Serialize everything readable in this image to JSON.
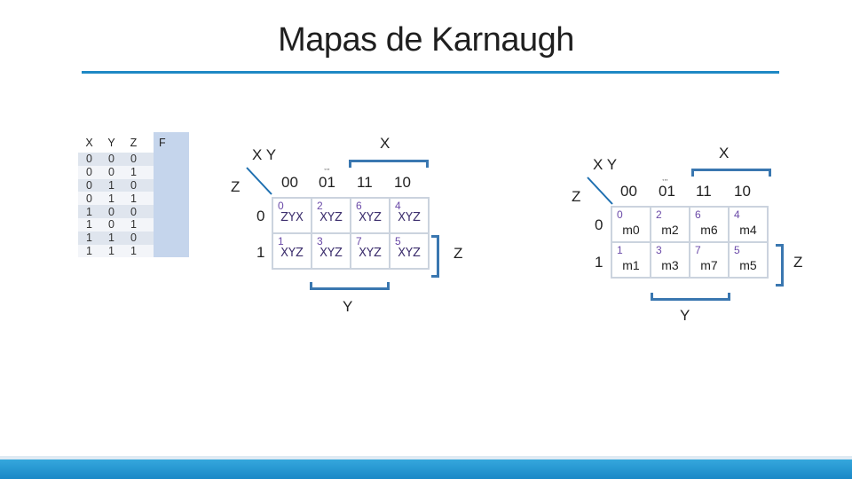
{
  "title": "Mapas de Karnaugh",
  "truth_table": {
    "headers": [
      "X",
      "Y",
      "Z",
      "F"
    ],
    "rows": [
      [
        "0",
        "0",
        "0",
        ""
      ],
      [
        "0",
        "0",
        "1",
        ""
      ],
      [
        "0",
        "1",
        "0",
        ""
      ],
      [
        "0",
        "1",
        "1",
        ""
      ],
      [
        "1",
        "0",
        "0",
        ""
      ],
      [
        "1",
        "0",
        "1",
        ""
      ],
      [
        "1",
        "1",
        "0",
        ""
      ],
      [
        "1",
        "1",
        "1",
        ""
      ]
    ]
  },
  "kmap_left": {
    "xy_label": "X Y",
    "z_label": "Z",
    "x_bracket_label": "X",
    "y_bracket_label": "Y",
    "z_bracket_label": "Z",
    "tick_mark": ",,,",
    "col_headers": [
      "00",
      "01",
      "11",
      "10"
    ],
    "row_headers": [
      "0",
      "1"
    ],
    "cells": [
      [
        {
          "idx": "0",
          "term": "ZYX"
        },
        {
          "idx": "2",
          "term": "XYZ"
        },
        {
          "idx": "6",
          "term": "XYZ"
        },
        {
          "idx": "4",
          "term": "XYZ"
        }
      ],
      [
        {
          "idx": "1",
          "term": "XYZ"
        },
        {
          "idx": "3",
          "term": "XYZ"
        },
        {
          "idx": "7",
          "term": "XYZ"
        },
        {
          "idx": "5",
          "term": "XYZ"
        }
      ]
    ]
  },
  "kmap_right": {
    "xy_label": "X Y",
    "z_label": "Z",
    "x_bracket_label": "X",
    "y_bracket_label": "Y",
    "z_bracket_label": "Z",
    "tick_mark": ",,,",
    "col_headers": [
      "00",
      "01",
      "11",
      "10"
    ],
    "row_headers": [
      "0",
      "1"
    ],
    "cells": [
      [
        {
          "idx": "0",
          "term": "m0"
        },
        {
          "idx": "2",
          "term": "m2"
        },
        {
          "idx": "6",
          "term": "m6"
        },
        {
          "idx": "4",
          "term": "m4"
        }
      ],
      [
        {
          "idx": "1",
          "term": "m1"
        },
        {
          "idx": "3",
          "term": "m3"
        },
        {
          "idx": "7",
          "term": "m7"
        },
        {
          "idx": "5",
          "term": "m5"
        }
      ]
    ]
  },
  "colors": {
    "accent": "#1e88c4",
    "bracket": "#3a77b0",
    "table_f_column": "#c5d5ec",
    "minterm_index": "#6a4aa8"
  }
}
